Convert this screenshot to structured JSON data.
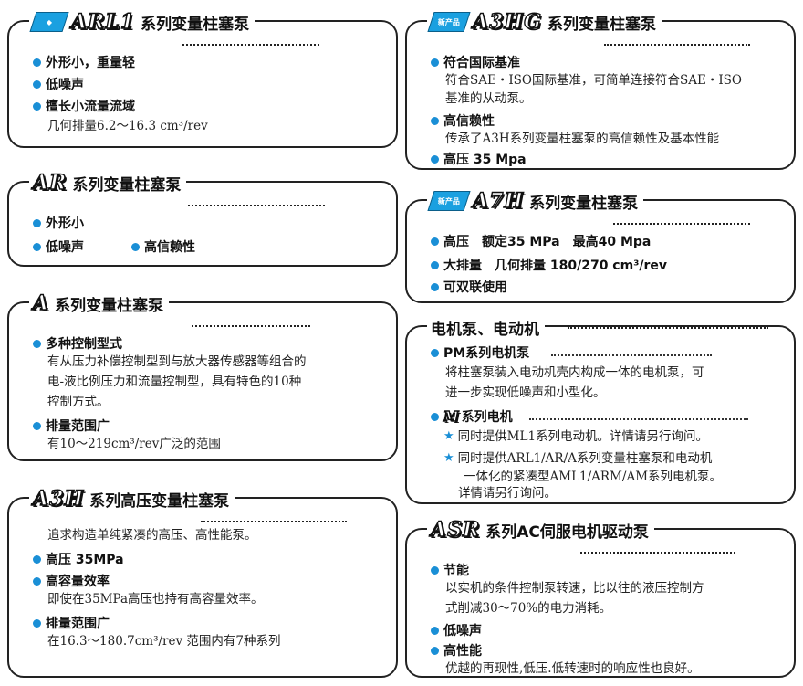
{
  "arl1": {
    "model": "ARL1",
    "series": "系列变量柱塞泵",
    "items": [
      {
        "head": "外形小，重量轻"
      },
      {
        "head": "低噪声"
      },
      {
        "head": "擅长小流量流域"
      }
    ],
    "note": "几何排量6.2～16.3 cm³/rev"
  },
  "ar": {
    "model": "AR",
    "series": "系列变量柱塞泵",
    "items": [
      {
        "head": "外形小"
      },
      {
        "head": "低噪声"
      },
      {
        "head": "高信赖性"
      }
    ]
  },
  "a": {
    "model": "A",
    "series": "系列变量柱塞泵",
    "items": [
      {
        "head": "多种控制型式",
        "lines": [
          "有从压力补偿控制型到与放大器传感器等组合的",
          "电-液比例压力和流量控制型，具有特色的10种",
          "控制方式。"
        ]
      },
      {
        "head": "排量范围广",
        "lines": [
          "有10～219cm³/rev广泛的范围"
        ]
      }
    ]
  },
  "a3h": {
    "model": "A3H",
    "series": "系列高压变量柱塞泵",
    "intro": "追求构造单纯紧凑的高压、高性能泵。",
    "items": [
      {
        "head": "高压 35MPa"
      },
      {
        "head": "高容量效率",
        "lines": [
          "即使在35MPa高压也持有高容量效率。"
        ]
      },
      {
        "head": "排量范围广",
        "lines": [
          "在16.3～180.7cm³/rev 范围内有7种系列"
        ]
      }
    ]
  },
  "a3hg": {
    "badge": "新产品",
    "model": "A3HG",
    "series": "系列变量柱塞泵",
    "items": [
      {
        "head": "符合国际基准",
        "lines": [
          "符合SAE・ISO国际基准，可简单连接符合SAE・ISO",
          "基准的从动泵。"
        ]
      },
      {
        "head": "高信赖性",
        "lines": [
          "传承了A3H系列变量柱塞泵的高信赖性及基本性能"
        ]
      },
      {
        "head": "高压 35 Mpa"
      }
    ]
  },
  "a7h": {
    "badge": "新产品",
    "model": "A7H",
    "series": "系列变量柱塞泵",
    "items": [
      {
        "head": "高压　额定35 MPa　最高40 Mpa"
      },
      {
        "head": "大排量　几何排量 180/270 cm³/rev"
      },
      {
        "head": "可双联使用"
      }
    ]
  },
  "motor_pump": {
    "title": "电机泵、电动机",
    "pm": {
      "head": "PM系列电机泵",
      "lines": [
        "将柱塞泵装入电动机壳内构成一体的电机泵，可",
        "进一步实现低噪声和小型化。"
      ]
    },
    "m": {
      "model": "M",
      "head": "系列电机",
      "stars": [
        [
          "同时提供ML1系列电动机。详情请另行询问。"
        ],
        [
          "同时提供ARL1/AR/A系列变量柱塞泵和电动机",
          "一体化的紧凑型AML1/ARM/AM系列电机泵。",
          "详情请另行询问。"
        ]
      ]
    }
  },
  "asr": {
    "model": "ASR",
    "series": "系列AC伺服电机驱动泵",
    "items": [
      {
        "head": "节能",
        "lines": [
          "以实机的条件控制泵转速，比以往的液压控制方",
          "式削减30～70%的电力消耗。"
        ]
      },
      {
        "head": "低噪声"
      },
      {
        "head": "高性能",
        "lines": [
          "优越的再现性,低压.低转速时的响应性也良好。"
        ]
      }
    ]
  },
  "colors": {
    "accent": "#1a8fd6",
    "badge": "#1aa0e0",
    "border": "#222222"
  }
}
